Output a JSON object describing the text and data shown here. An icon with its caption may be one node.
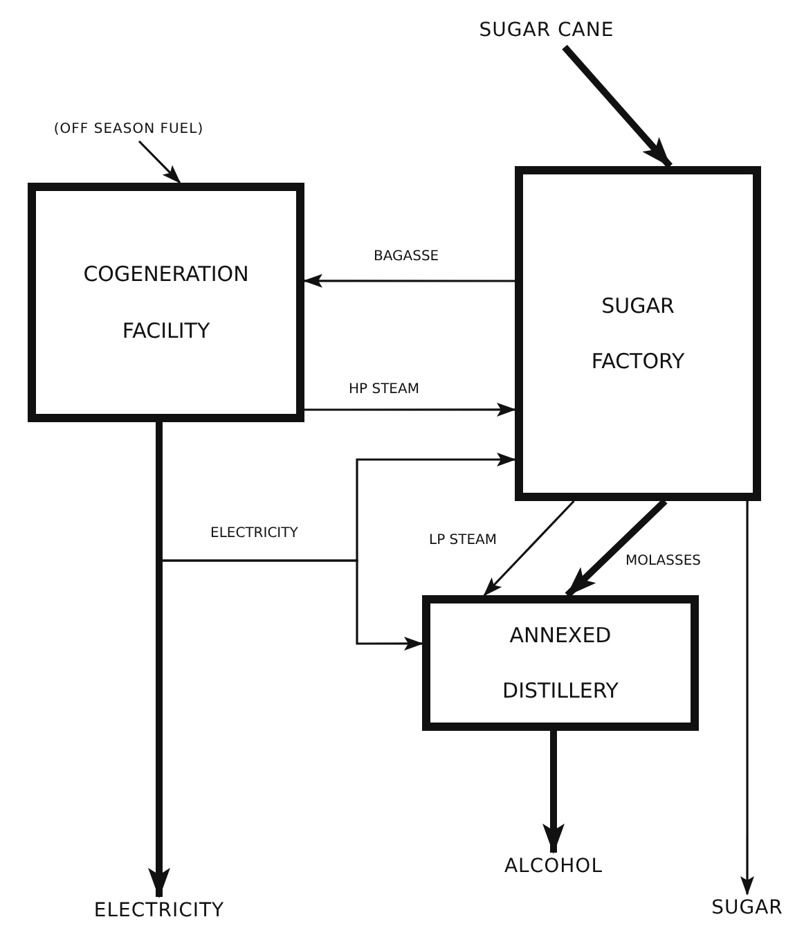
{
  "diagram": {
    "nodes": [
      {
        "text": [
          "COGENERATION FACILITY"
        ]
      },
      {
        "text": [
          "SUGAR FACTORY"
        ]
      },
      {
        "text": [
          "ANNEXED DISTILLERY"
        ]
      },
      {
        "text": [
          "SUGAR CANE"
        ]
      },
      {
        "text": [
          "(OFF SEASON FUEL)"
        ]
      },
      {
        "text": [
          "ELECTRICITY"
        ]
      },
      {
        "text": [
          "ALCOHOL"
        ]
      },
      {
        "text": [
          "SUGAR"
        ]
      }
    ],
    "edges": [
      {
        "from": 3,
        "to": 1,
        "arrow": "to",
        "style": "thick"
      },
      {
        "from": 4,
        "to": 0,
        "arrow": "to"
      },
      {
        "from": 1,
        "to": 0,
        "arrow": "to",
        "label": "BAGASSE"
      },
      {
        "from": 0,
        "to": 1,
        "arrow": "to",
        "label": "HP STEAM"
      },
      {
        "from": 0,
        "to": 5,
        "arrow": "to",
        "style": "thick"
      },
      {
        "from": 0,
        "to": 1,
        "arrow": "to",
        "label": "ELECTRICITY"
      },
      {
        "from": 0,
        "to": 2,
        "arrow": "to"
      },
      {
        "from": 1,
        "to": 2,
        "arrow": "to",
        "label": "LP STEAM"
      },
      {
        "from": 1,
        "to": 2,
        "arrow": "to",
        "style": "thick",
        "label": "MOLASSES"
      },
      {
        "from": 2,
        "to": 6,
        "arrow": "to",
        "style": "thick"
      },
      {
        "from": 1,
        "to": 7,
        "arrow": "to"
      }
    ]
  }
}
